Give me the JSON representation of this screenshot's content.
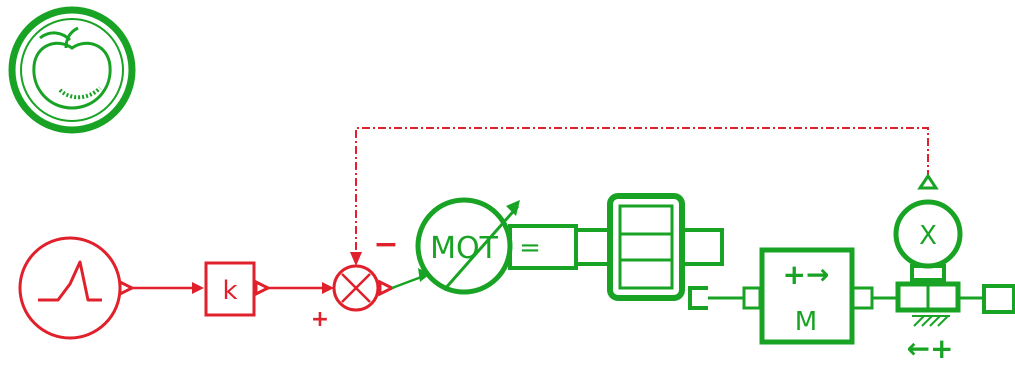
{
  "colors": {
    "signal": "#e0202a",
    "mechanical": "#19a324",
    "background": "#ffffff"
  },
  "icons": {
    "logo": "apple-icon",
    "source": "signal-source-icon",
    "summing_junction": "summing-junction-icon",
    "rotary_motor": "rotary-motor-icon",
    "coupling": "coupling-icon",
    "mass": "mass-icon",
    "position_sensor": "position-sensor-icon",
    "ground": "ground-icon"
  },
  "labels": {
    "gain": "k",
    "minus_sign": "−",
    "plus_sign": "+",
    "motor": "MOT",
    "motor_shaft_mark": "=",
    "mass": "M",
    "mass_arrow": "+→",
    "sensor": "X",
    "direction": "←+"
  }
}
